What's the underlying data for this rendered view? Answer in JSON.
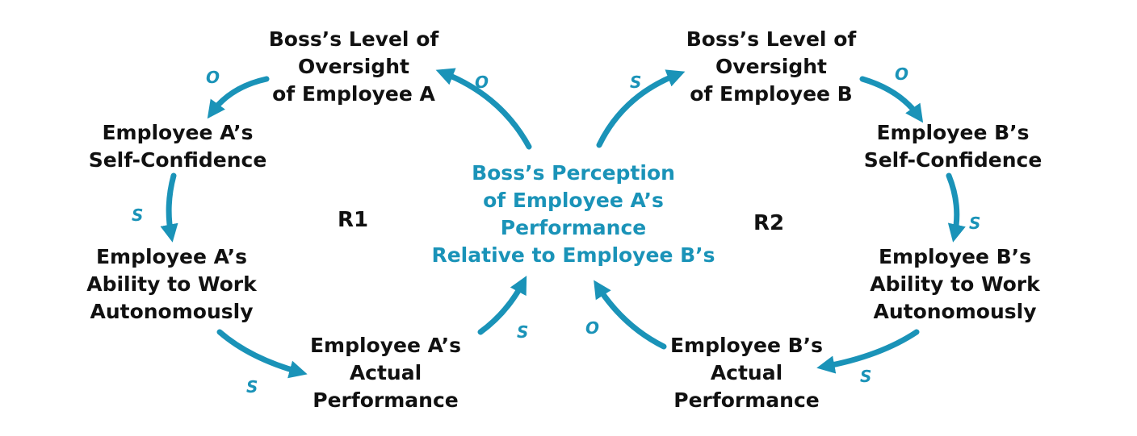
{
  "colors": {
    "arrow": "#1a93b8",
    "node_text": "#111111",
    "center_text": "#1a93b8"
  },
  "nodes": {
    "oversight_a": [
      "Boss’s Level of",
      "Oversight",
      "of Employee A"
    ],
    "oversight_b": [
      "Boss’s Level of",
      "Oversight",
      "of Employee B"
    ],
    "confidence_a": [
      "Employee A’s",
      "Self-Confidence"
    ],
    "confidence_b": [
      "Employee B’s",
      "Self-Confidence"
    ],
    "autonomy_a": [
      "Employee A’s",
      "Ability to Work",
      "Autonomously"
    ],
    "autonomy_b": [
      "Employee B’s",
      "Ability to Work",
      "Autonomously"
    ],
    "performance_a": [
      "Employee A’s",
      "Actual",
      "Performance"
    ],
    "performance_b": [
      "Employee B’s",
      "Actual",
      "Performance"
    ],
    "perception": [
      "Boss’s Perception",
      "of Employee A’s",
      "Performance",
      "Relative to Employee B’s"
    ]
  },
  "loops": {
    "left": "R1",
    "right": "R2"
  },
  "polarities": {
    "oversight_a_to_confidence_a": "O",
    "confidence_a_to_autonomy_a": "S",
    "autonomy_a_to_performance_a": "S",
    "performance_a_to_perception": "S",
    "perception_to_oversight_a": "O",
    "perception_to_oversight_b": "S",
    "oversight_b_to_confidence_b": "O",
    "confidence_b_to_autonomy_b": "S",
    "autonomy_b_to_performance_b": "S",
    "performance_b_to_perception": "O"
  }
}
